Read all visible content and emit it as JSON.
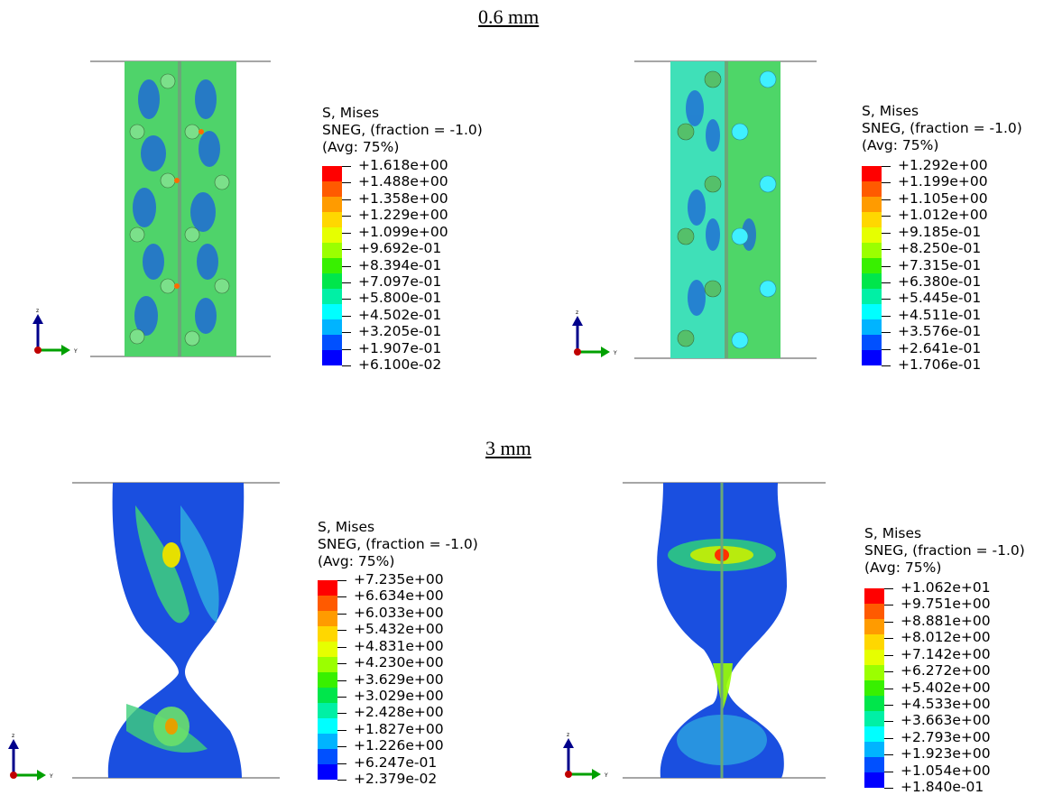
{
  "headings": {
    "top": "0.6 mm",
    "bottom": "3 mm"
  },
  "legend_header": {
    "line1": "S, Mises",
    "line2": "SNEG, (fraction = -1.0)",
    "line3": "(Avg: 75%)"
  },
  "triad": {
    "vertical_label": "z",
    "horizontal_label": "Y"
  },
  "colors": [
    "#ff0000",
    "#ff5a00",
    "#ff9b00",
    "#ffd700",
    "#e6ff00",
    "#9bff00",
    "#38f000",
    "#00e64b",
    "#00f0a5",
    "#00ffff",
    "#00b4ff",
    "#0050ff",
    "#0000ff"
  ],
  "panels": [
    {
      "values": [
        "+1.618e+00",
        "+1.488e+00",
        "+1.358e+00",
        "+1.229e+00",
        "+1.099e+00",
        "+9.692e-01",
        "+8.394e-01",
        "+7.097e-01",
        "+5.800e-01",
        "+4.502e-01",
        "+3.205e-01",
        "+1.907e-01",
        "+6.100e-02"
      ]
    },
    {
      "values": [
        "+1.292e+00",
        "+1.199e+00",
        "+1.105e+00",
        "+1.012e+00",
        "+9.185e-01",
        "+8.250e-01",
        "+7.315e-01",
        "+6.380e-01",
        "+5.445e-01",
        "+4.511e-01",
        "+3.576e-01",
        "+2.641e-01",
        "+1.706e-01"
      ]
    },
    {
      "values": [
        "+7.235e+00",
        "+6.634e+00",
        "+6.033e+00",
        "+5.432e+00",
        "+4.831e+00",
        "+4.230e+00",
        "+3.629e+00",
        "+3.029e+00",
        "+2.428e+00",
        "+1.827e+00",
        "+1.226e+00",
        "+6.247e-01",
        "+2.379e-02"
      ]
    },
    {
      "values": [
        "+1.062e+01",
        "+9.751e+00",
        "+8.881e+00",
        "+8.012e+00",
        "+7.142e+00",
        "+6.272e+00",
        "+5.402e+00",
        "+4.533e+00",
        "+3.663e+00",
        "+2.793e+00",
        "+1.923e+00",
        "+1.054e+00",
        "+1.840e-01"
      ]
    }
  ]
}
